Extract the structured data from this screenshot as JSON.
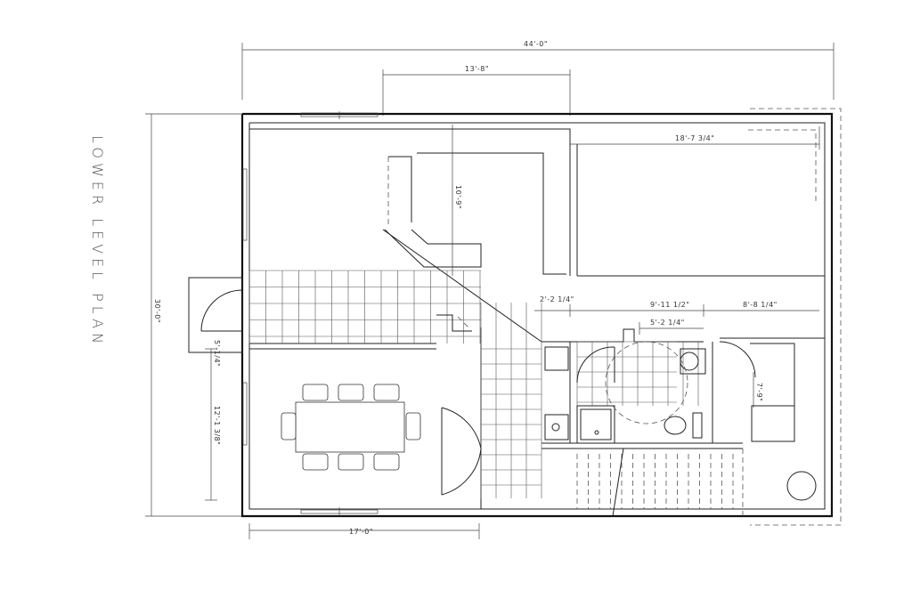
{
  "title": "LOWER LEVEL PLAN",
  "dimensions": {
    "overall_width": "44'-0\"",
    "overall_depth": "30'-0\"",
    "upper_room": "13'-8\"",
    "right_room": "18'-7 3/4\"",
    "upper_room_depth": "10'-9\"",
    "hall_offset": "2'-2 1/4\"",
    "bath_width": "9'-11 1/2\"",
    "bath_sub": "5'-2 1/4\"",
    "bedroom_width": "8'-8 1/4\"",
    "entry_offset": "5'-1/4\"",
    "dining_depth": "12'-1 3/8\"",
    "dining_width": "17'-0\"",
    "bedroom_depth": "7'-9\""
  }
}
